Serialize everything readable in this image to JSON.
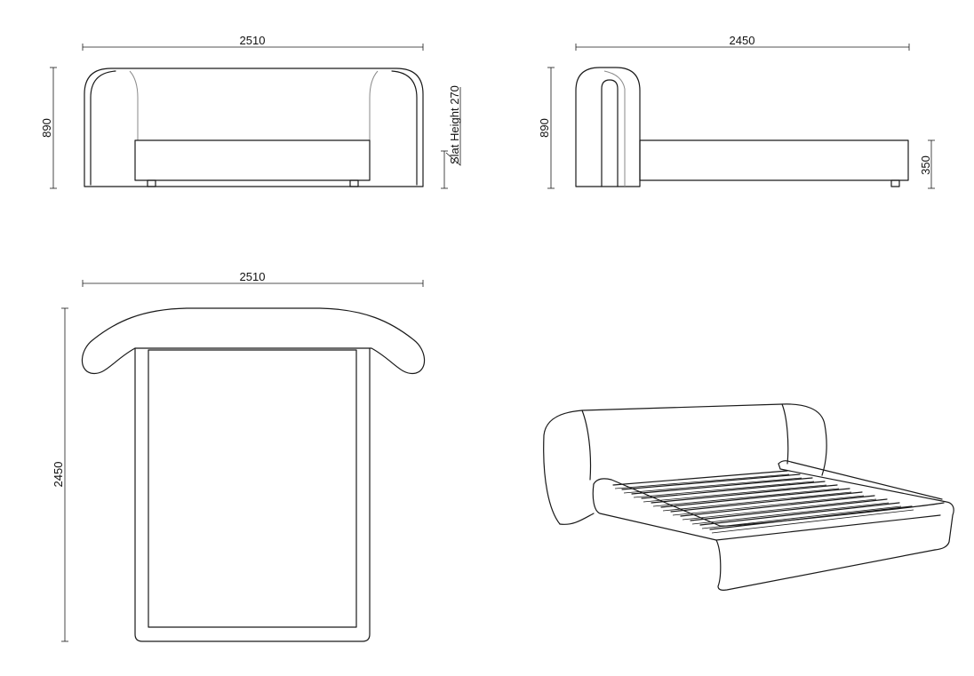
{
  "front_view": {
    "width_label": "2510",
    "height_label": "890",
    "slat_label": "Slat Height 270"
  },
  "side_view": {
    "length_label": "2450",
    "height_label": "890",
    "frame_height_label": "350"
  },
  "top_view": {
    "width_label": "2510",
    "length_label": "2450"
  },
  "colors": {
    "line": "#1a1a1a",
    "paper": "#ffffff"
  }
}
